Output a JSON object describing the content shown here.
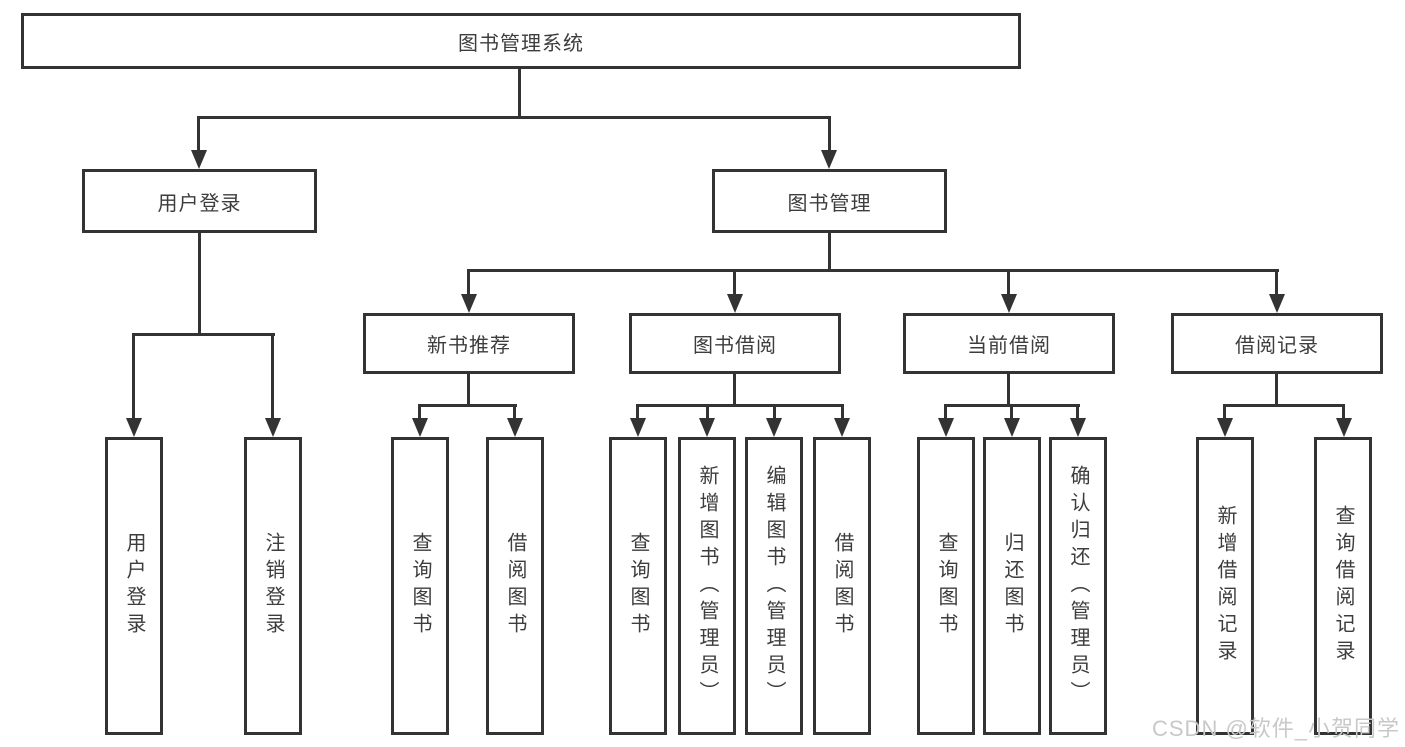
{
  "diagram": {
    "root": "图书管理系统",
    "user_login": {
      "label": "用户登录",
      "children": [
        "用户登录",
        "注销登录"
      ]
    },
    "book_mgmt": {
      "label": "图书管理",
      "sections": [
        {
          "label": "新书推荐",
          "children": [
            "查询图书",
            "借阅图书"
          ]
        },
        {
          "label": "图书借阅",
          "children": [
            "查询图书",
            "新增图书（管理员）",
            "编辑图书（管理员）",
            "借阅图书"
          ]
        },
        {
          "label": "当前借阅",
          "children": [
            "查询图书",
            "归还图书",
            "确认归还（管理员）"
          ]
        },
        {
          "label": "借阅记录",
          "children": [
            "新增借阅记录",
            "查询借阅记录"
          ]
        }
      ]
    }
  },
  "watermark": "CSDN @软件_小贺同学",
  "colors": {
    "line": "#333333",
    "text": "#3d3d3d",
    "watermark": "#c8c8c8"
  }
}
